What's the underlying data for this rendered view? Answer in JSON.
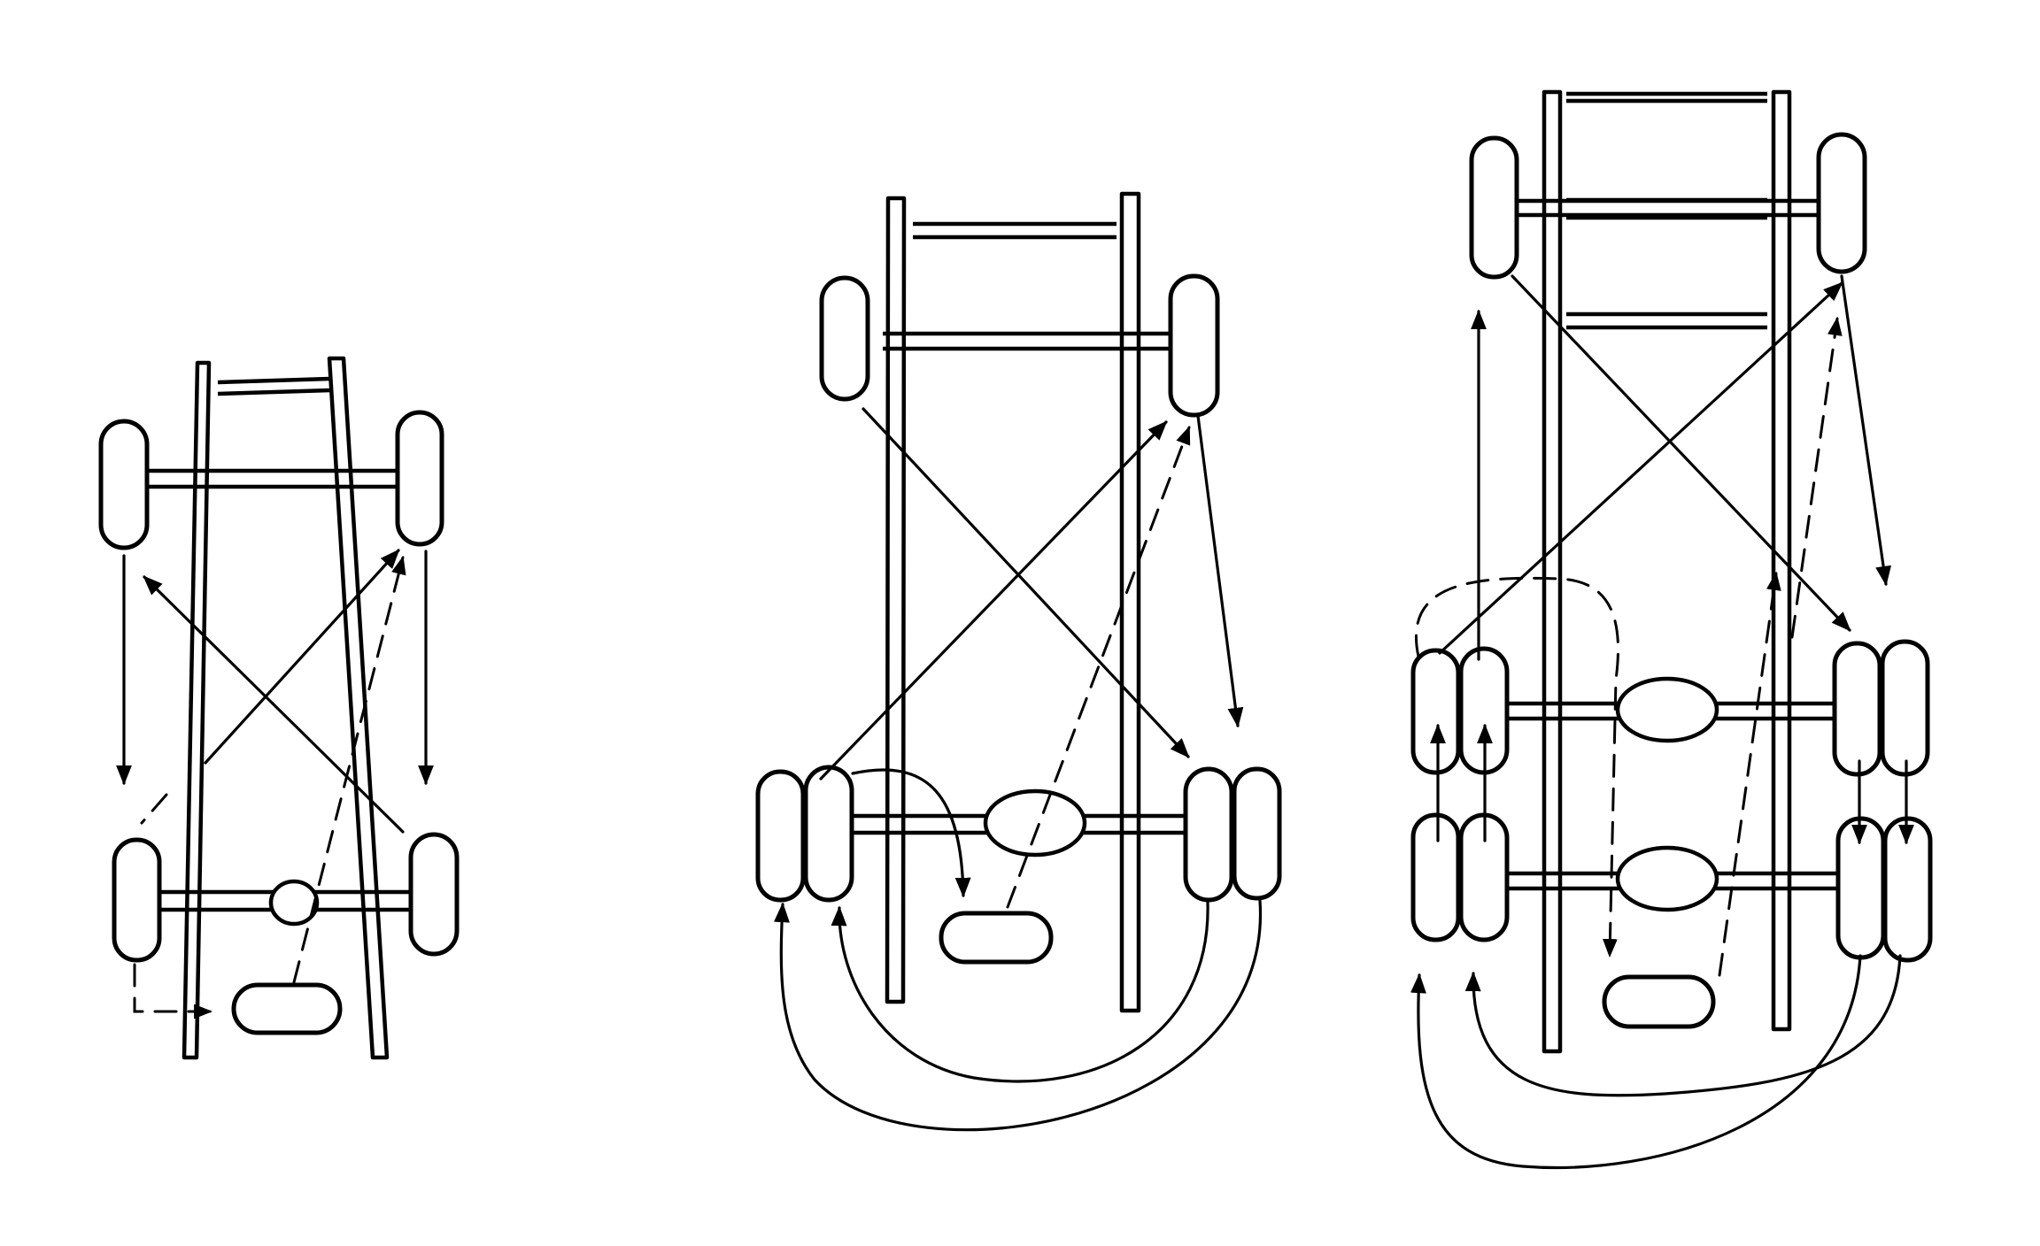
{
  "diagrams": [
    {
      "name": "four-wheel-chassis",
      "front_tires": 2,
      "rear_tires": 2,
      "spare_tire": 1
    },
    {
      "name": "dual-rear-wheel-chassis",
      "front_tires": 2,
      "rear_tires": 4,
      "spare_tire": 1
    },
    {
      "name": "tandem-axle-chassis",
      "front_tires": 2,
      "rear_tires": 8,
      "spare_tire": 1
    }
  ],
  "colors": {
    "ink": "#000000",
    "background": "#ffffff"
  }
}
